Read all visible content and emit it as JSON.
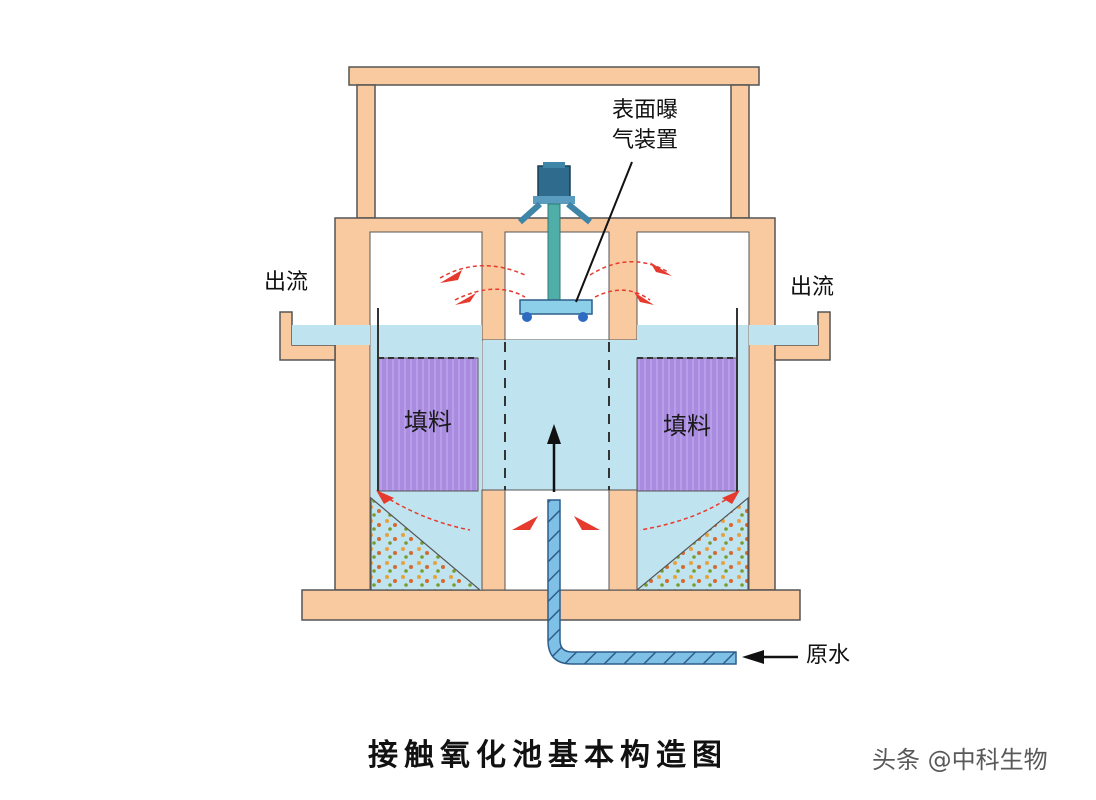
{
  "labels": {
    "aerator": [
      "表面曝",
      "气装置"
    ],
    "outflow_left": "出流",
    "outflow_right": "出流",
    "filler_left": "填料",
    "filler_right": "填料",
    "raw_water": "原水"
  },
  "caption": "接触氧化池基本构造图",
  "watermark": "头条 @中科生物",
  "colors": {
    "tank_wall": "#F9C9A0",
    "tank_outline": "#555555",
    "water": "#BFE3EF",
    "filler": "#A98BE0",
    "pipe": "#7FC0E6",
    "motor": "#2E6B8C",
    "flow_arrow": "#E63A2E",
    "sediment_dot": "#E8A040"
  },
  "icons": [
    "motor-icon",
    "impeller-icon",
    "up-flow-arrow-icon",
    "flow-arrow-icon",
    "inflow-arrow-icon"
  ]
}
